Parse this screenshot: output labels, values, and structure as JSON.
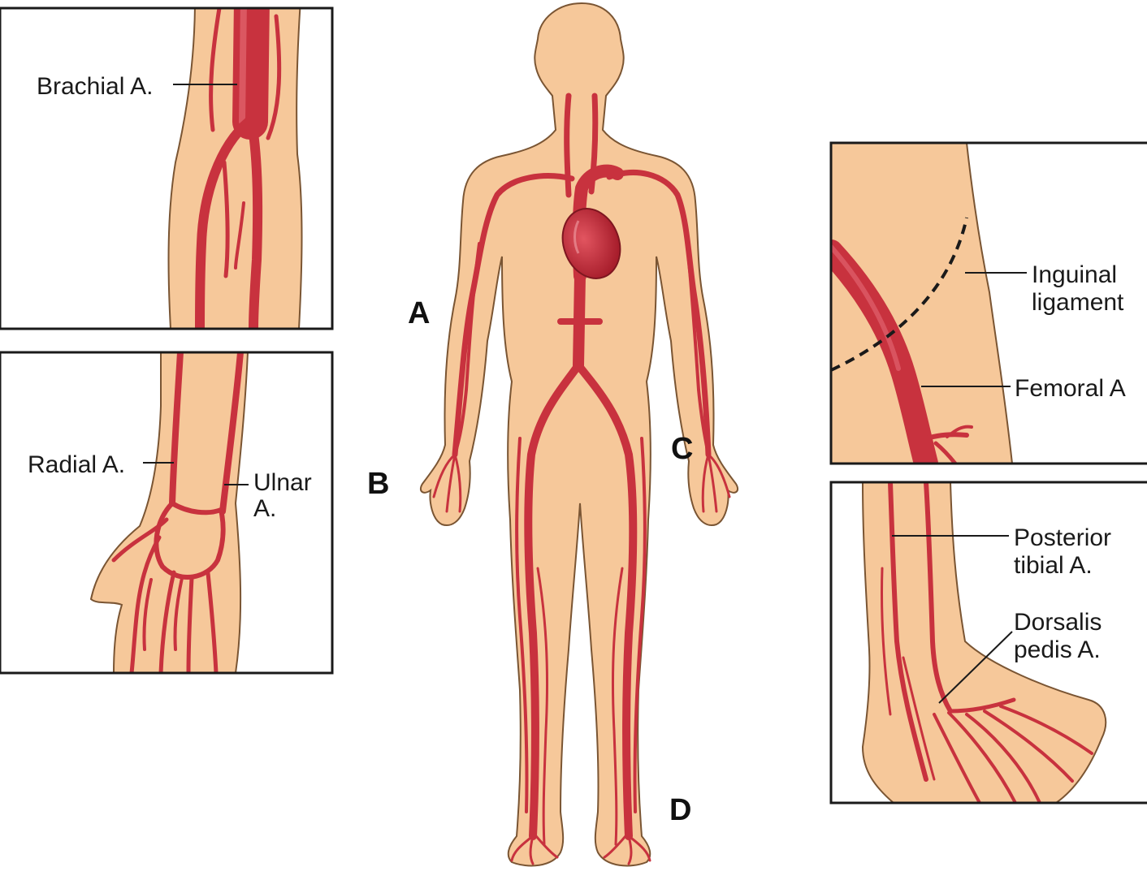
{
  "colors": {
    "skin": "#f6c89a",
    "skin_outline": "#7a5533",
    "artery": "#c8323e",
    "heart": "#c02a38",
    "frame": "#1a1a1a"
  },
  "markers": {
    "a": "A",
    "b": "B",
    "c": "C",
    "d": "D"
  },
  "labels": {
    "brachial": "Brachial A.",
    "radial": "Radial A.",
    "ulnar_1": "Ulnar",
    "ulnar_2": "A.",
    "inguinal_1": "Inguinal",
    "inguinal_2": "ligament",
    "femoral": "Femoral A",
    "posterior_tibial_1": "Posterior",
    "posterior_tibial_2": "tibial A.",
    "dorsalis_pedis_1": "Dorsalis",
    "dorsalis_pedis_2": "pedis A."
  }
}
